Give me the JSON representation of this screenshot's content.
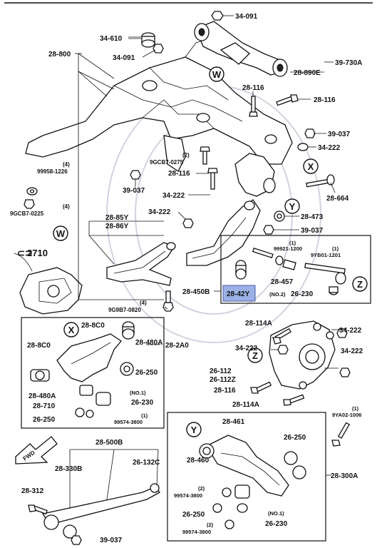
{
  "labels": {
    "p34_091a": "34-091",
    "p34_610": "34-610",
    "p28_800": "28-800",
    "p34_091b": "34-091",
    "p39_730a": "39-730A",
    "p28_890e": "28-890E",
    "p28_116a": "28-116",
    "p28_116b": "28-116",
    "p39_037a": "39-037",
    "p34_222a": "34-222",
    "p99958": "99958-1226",
    "q4a": "(4)",
    "p9gcb7_0275": "9GCB7-0275",
    "q2a": "(2)",
    "p28_116c": "28-116",
    "p39_037b": "39-037",
    "p34_222b": "34-222",
    "p28_664": "28-664",
    "p9gcb7_0225": "9GCB7-0225",
    "q4b": "(4)",
    "p28_85y": "28-85Y",
    "p28_86y": "28-86Y",
    "p34_222c": "34-222",
    "p28_473": "28-473",
    "p39_037c": "39-037",
    "p2710": "2710",
    "q1a": "(1)",
    "p99921": "99921-1200",
    "q1b": "(1)",
    "p9yb01": "9YB01-1201",
    "p28_457": "28-457",
    "p28_450b": "28-450B",
    "p28_42y": "28-42Y",
    "no2a": "(NO.2)",
    "p26_230a": "26-230",
    "q4c": "(4)",
    "p9g9b7": "9G9B7-0820",
    "p28_114a": "28-114A",
    "p34_222d": "34-222",
    "p28_8c0a": "28-8C0",
    "p28_480a_top": "28-480A",
    "p28_2a0": "28-2A0",
    "p28_8c0b": "28-8C0",
    "p34_222e": "34-222",
    "p34_222f": "34-222",
    "p26_250a": "26-250",
    "p26_112": "26-112",
    "p26_112z": "26-112Z",
    "p28_480a_bot": "28-480A",
    "p28_710": "28-710",
    "no1a": "(NO.1)",
    "p26_230b": "26-230",
    "p28_116d": "28-116",
    "p26_250b": "26-250",
    "q1c": "(1)",
    "p99574a": "99574-3800",
    "p28_114a_b": "28-114A",
    "q1d": "(1)",
    "p9ya02": "9YA02-1006",
    "p28_500b": "28-500B",
    "p28_461": "28-461",
    "p28_330b": "28-330B",
    "p26_132c": "26-132C",
    "p26_250c": "26-250",
    "p28_460": "28-460",
    "p28_312": "28-312",
    "p28_300a": "28-300A",
    "q2b": "(2)",
    "p99574b": "99574-3800",
    "p26_250d": "26-250",
    "no1b": "(NO.1)",
    "p26_230c": "26-230",
    "q2c": "(2)",
    "p99574c": "99574-3800",
    "p39_037d": "39-037",
    "fwd": "FWD"
  },
  "callouts": {
    "W1": "W",
    "W2": "W",
    "X1": "X",
    "X2": "X",
    "Y1": "Y",
    "Y2": "Y",
    "Z1": "Z",
    "Z2": "Z"
  },
  "colors": {
    "highlight": "#9ab0e6",
    "ink": "#111111"
  }
}
